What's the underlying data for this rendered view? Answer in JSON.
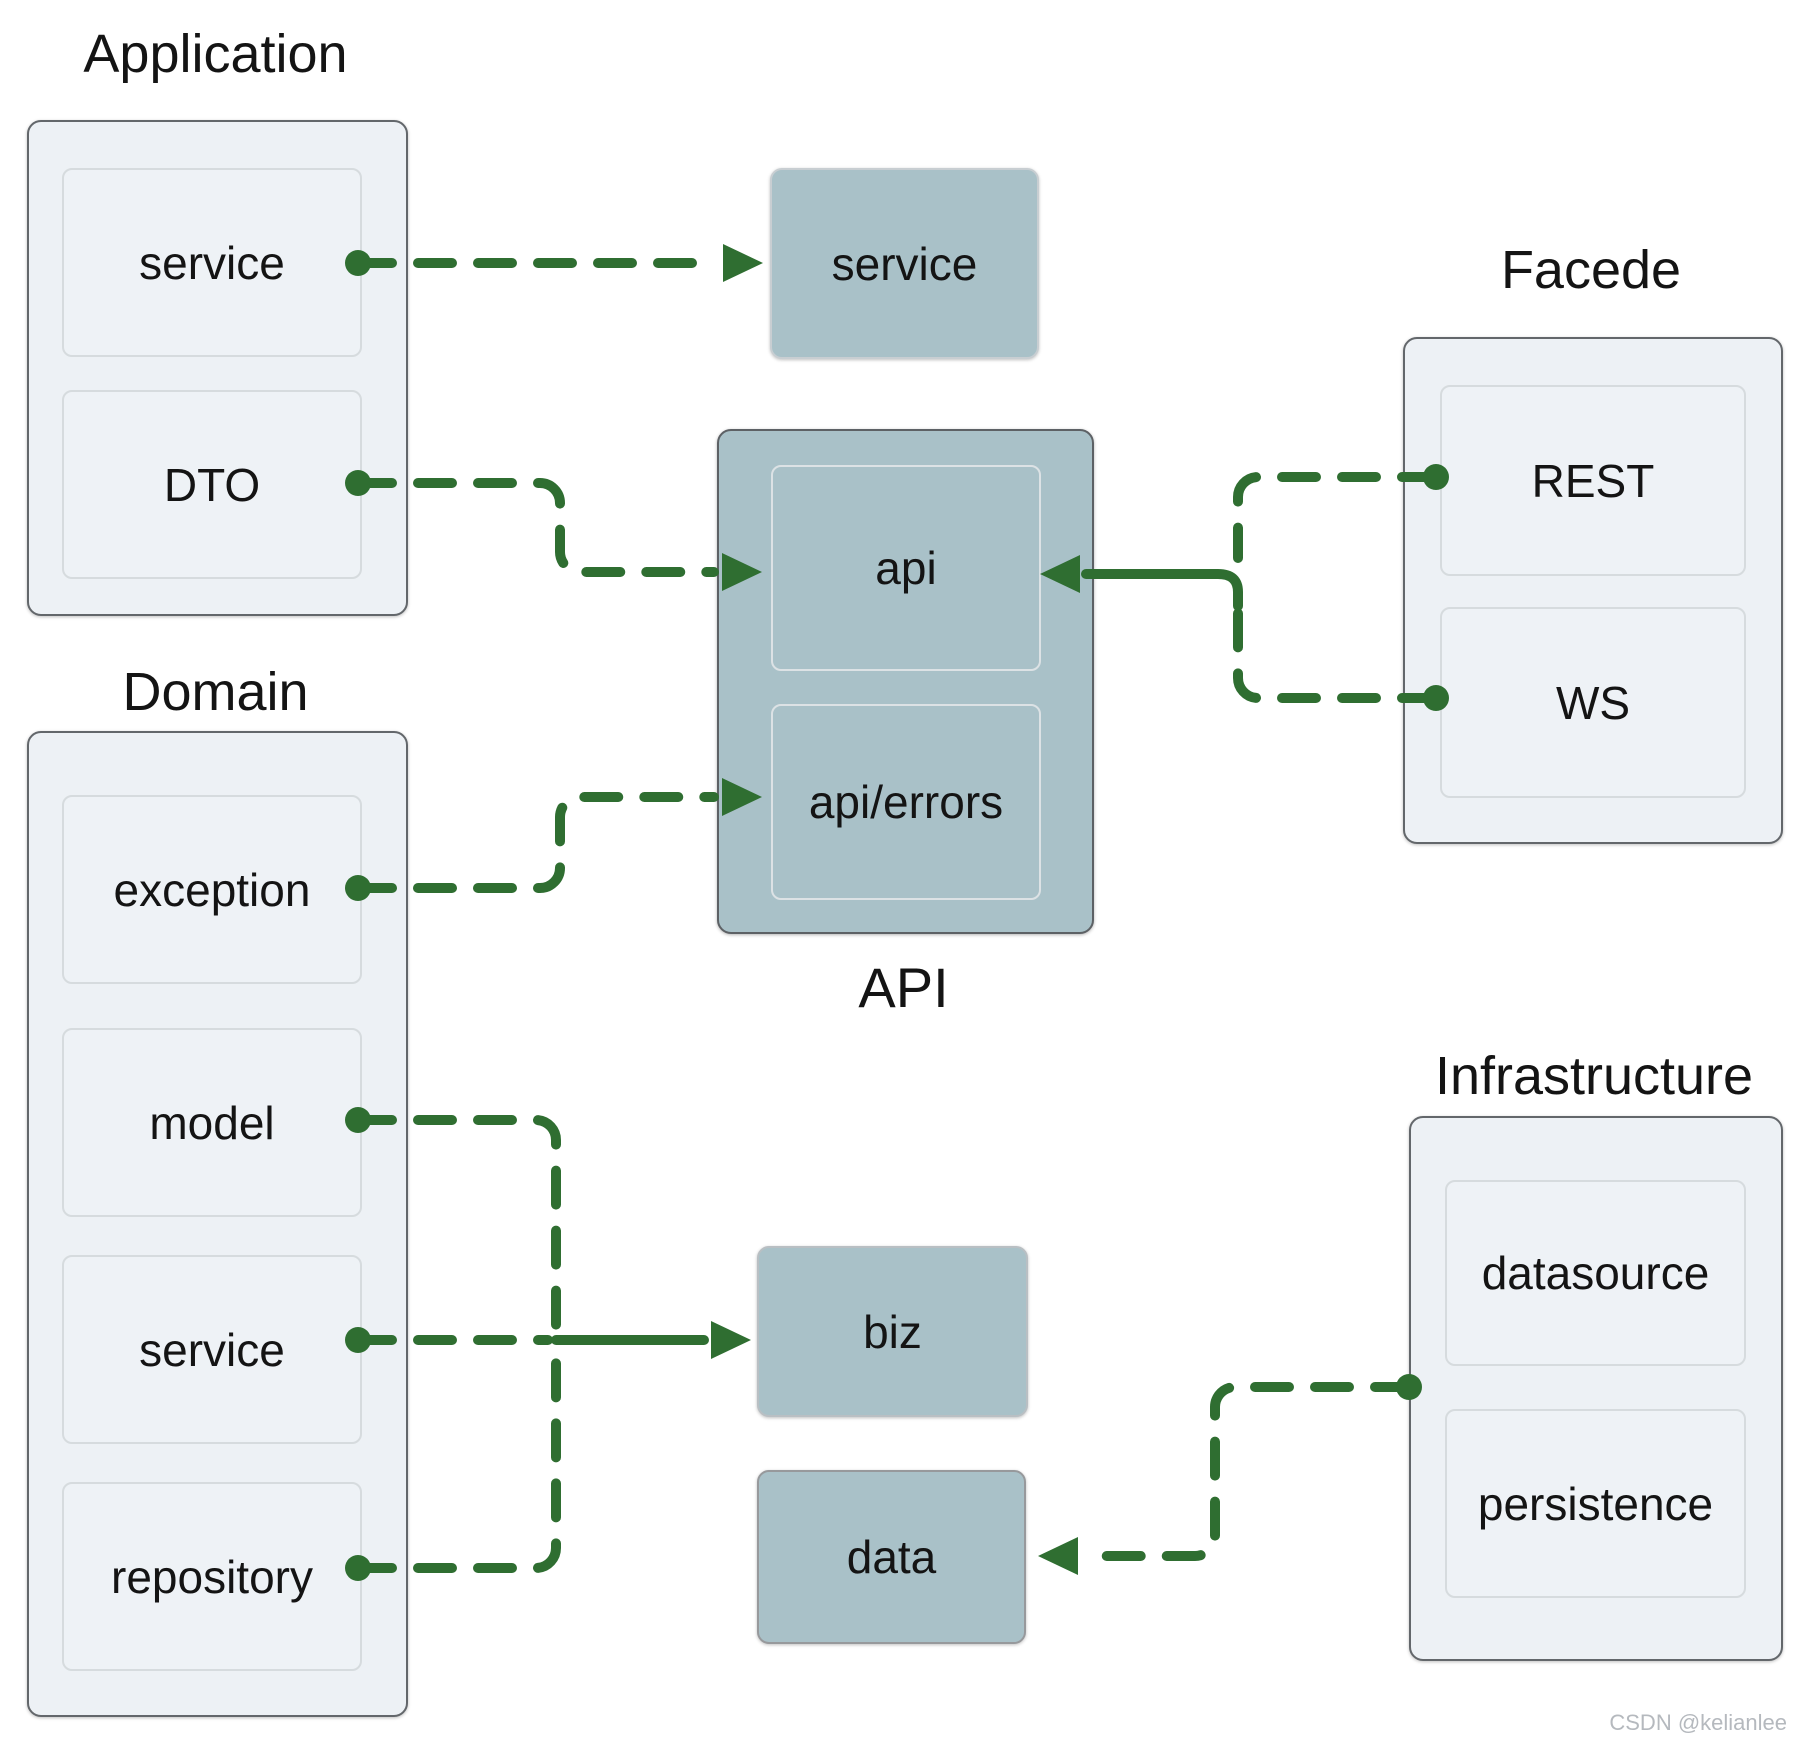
{
  "groups": {
    "application": {
      "label": "Application",
      "items": [
        {
          "label": "service"
        },
        {
          "label": "DTO"
        }
      ]
    },
    "domain": {
      "label": "Domain",
      "items": [
        {
          "label": "exception"
        },
        {
          "label": "model"
        },
        {
          "label": "service"
        },
        {
          "label": "repository"
        }
      ]
    },
    "api": {
      "label": "API",
      "items": [
        {
          "label": "api"
        },
        {
          "label": "api/errors"
        }
      ]
    },
    "facade": {
      "label": "Facede",
      "items": [
        {
          "label": "REST"
        },
        {
          "label": "WS"
        }
      ]
    },
    "infrastructure": {
      "label": "Infrastructure",
      "items": [
        {
          "label": "datasource"
        },
        {
          "label": "persistence"
        }
      ]
    }
  },
  "nodes": {
    "service_mid": {
      "label": "service"
    },
    "biz": {
      "label": "biz"
    },
    "data": {
      "label": "data"
    }
  },
  "edges": [
    {
      "id": "app-service-to-service",
      "from": "Application/service",
      "to": "service",
      "style": "dashed",
      "arrow": true
    },
    {
      "id": "dto-to-api",
      "from": "Application/DTO",
      "to": "API/api",
      "style": "dashed",
      "arrow": true
    },
    {
      "id": "exception-to-api-errors",
      "from": "Domain/exception",
      "to": "API/api/errors",
      "style": "dashed",
      "arrow": true
    },
    {
      "id": "model-to-biz-junction",
      "from": "Domain/model",
      "to": "biz junction",
      "style": "dashed",
      "arrow": false
    },
    {
      "id": "repository-to-biz-junction",
      "from": "Domain/repository",
      "to": "biz junction",
      "style": "dashed",
      "arrow": false
    },
    {
      "id": "service-to-biz",
      "from": "Domain/service",
      "to": "biz",
      "style": "dashed then solid",
      "arrow": true
    },
    {
      "id": "rest-to-api-junction",
      "from": "Facede/REST",
      "to": "api junction",
      "style": "dashed",
      "arrow": false
    },
    {
      "id": "ws-to-api-junction",
      "from": "Facede/WS",
      "to": "api junction",
      "style": "dashed",
      "arrow": false
    },
    {
      "id": "api-junction-to-api",
      "from": "api junction",
      "to": "API/api",
      "style": "solid",
      "arrow": true
    },
    {
      "id": "infrastructure-to-data",
      "from": "Infrastructure",
      "to": "data",
      "style": "dashed",
      "arrow": true
    }
  ],
  "watermark": "CSDN @kelianlee",
  "colors": {
    "connector": "#2f6e31",
    "panel_fill": "#edf1f5",
    "inner_fill": "#eef2f6",
    "teal_fill": "#a9c1c8",
    "panel_border": "#63676b",
    "watermark_color": "#b5b9be"
  }
}
